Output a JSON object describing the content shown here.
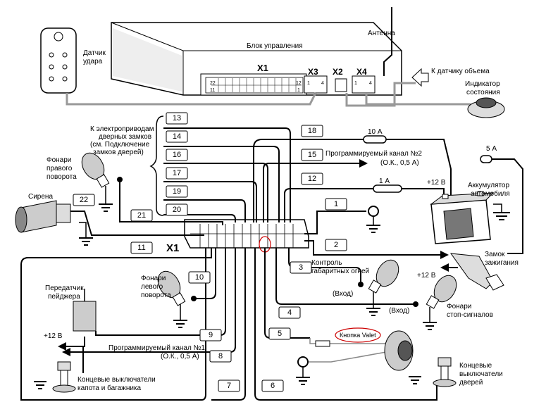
{
  "control_unit": {
    "title": "Блок управления",
    "x1_label": "X1",
    "x1_pins": {
      "tl": "22",
      "bl": "11",
      "tr": "12",
      "br": "1"
    },
    "x3_label": "X3",
    "x3_pins": {
      "a": "1",
      "b": "4"
    },
    "x2_label": "X2",
    "x4_label": "X4",
    "x4_pins": {
      "a": "1",
      "b": "4"
    },
    "antenna": "Антенна"
  },
  "shock_sensor": [
    "Датчик",
    "удара"
  ],
  "volume_sensor": "К датчику объема",
  "status_indicator": [
    "Индикатор",
    "состояния"
  ],
  "door_locks_note": [
    "К электроприводам",
    "дверных замков",
    "(см. Подключение",
    "замков дверей)"
  ],
  "right_turn_lights": [
    "Фонари",
    "правого",
    "поворота"
  ],
  "siren": "Сирена",
  "main_connector": "X1",
  "channel2": [
    "Программируемый канал №2",
    "(О.К., 0,5 А)"
  ],
  "fuse_10a": "10 А",
  "fuse_5a": "5 А",
  "fuse_1a": "1 А",
  "battery_voltage": "+12 В",
  "battery": [
    "Аккумулятор",
    "автомобиля"
  ],
  "ignition_lock": [
    "Замок",
    "зажигания"
  ],
  "ignition_voltage": "+12 В",
  "marker_lights": [
    "Контроль",
    "габаритных огней"
  ],
  "input_1": "(Вход)",
  "input_2": "(Вход)",
  "brake_lights": [
    "Фонари",
    "стоп-сигналов"
  ],
  "left_turn_lights": [
    "Фонари",
    "левого",
    "поворота"
  ],
  "pager_tx": [
    "Передатчик",
    "пейджера"
  ],
  "pager_voltage": "+12 В",
  "channel1": [
    "Программируемый канал №1",
    "(О.К., 0,5 А)"
  ],
  "valet_button": "Кнопка Valet",
  "hood_switches": [
    "Концевые выключатели",
    "капота и багажника"
  ],
  "door_switches": [
    "Концевые",
    "выключатели",
    "дверей"
  ],
  "wires": [
    "13",
    "14",
    "16",
    "17",
    "19",
    "20",
    "21",
    "22",
    "18",
    "15",
    "12",
    "1",
    "2",
    "3",
    "4",
    "5",
    "6",
    "7",
    "8",
    "9",
    "10",
    "11"
  ],
  "colors": {
    "line": "#000000",
    "highlight": "#cc0000",
    "metal": "#bbbbbb"
  }
}
